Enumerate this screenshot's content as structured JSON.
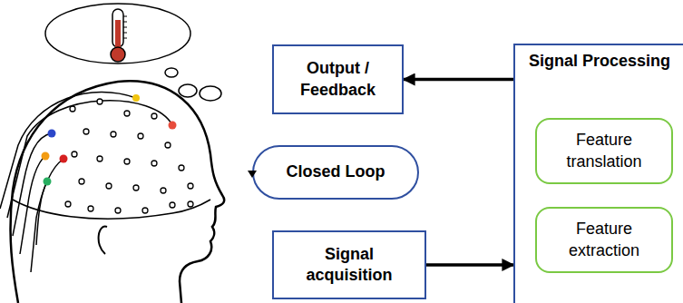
{
  "diagram": {
    "nodes": [
      {
        "text": [
          "Output / Feedback"
        ]
      },
      {
        "text": [
          "Signal Processing"
        ]
      },
      {
        "text": [
          "Feature translation"
        ],
        "in": 1
      },
      {
        "text": [
          "Feature extraction"
        ],
        "in": 1
      },
      {
        "text": [
          "Closed Loop"
        ]
      },
      {
        "text": [
          "Signal acquisition"
        ]
      }
    ],
    "edges": [
      {
        "from": 1,
        "to": 0,
        "arrow": "to"
      },
      {
        "from": 5,
        "to": 1,
        "arrow": "to"
      }
    ]
  }
}
